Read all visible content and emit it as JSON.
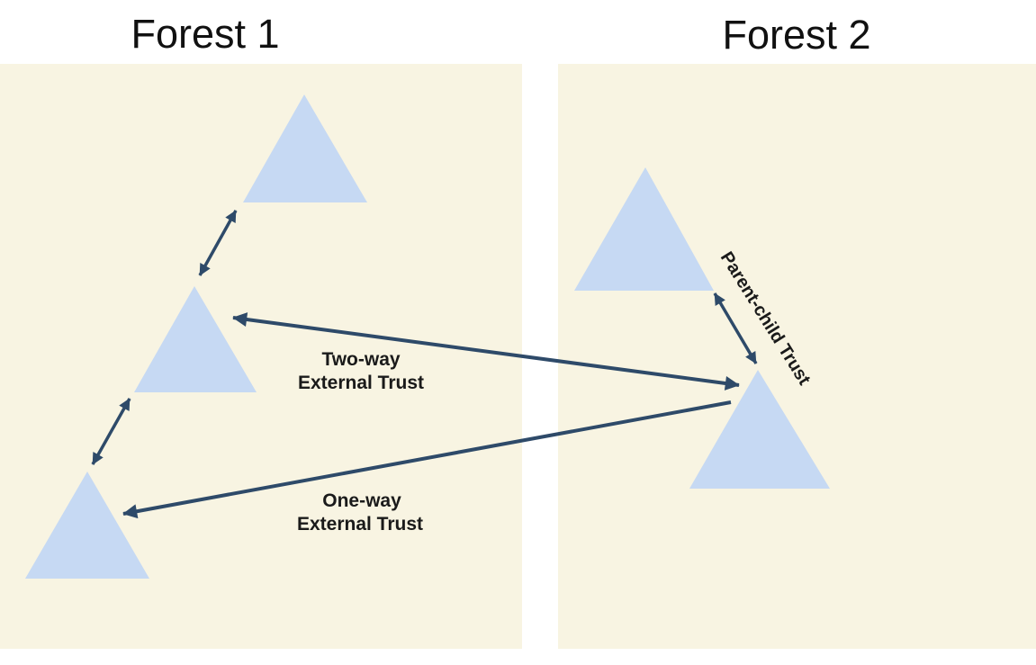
{
  "colors": {
    "panel_bg": "#F8F4E2",
    "triangle_fill": "#C6D9F3",
    "arrow": "#2E4A69",
    "title_text": "#111111",
    "label_text": "#1A1A1A",
    "page_bg": "#FFFFFF"
  },
  "forest1": {
    "title": "Forest 1",
    "domain_count": 3
  },
  "forest2": {
    "title": "Forest 2",
    "domain_count": 2
  },
  "trusts": {
    "two_way_external": {
      "label_line1": "Two-way",
      "label_line2": "External Trust"
    },
    "one_way_external": {
      "label_line1": "One-way",
      "label_line2": "External Trust"
    },
    "parent_child": {
      "label": "Parent-child Trust"
    }
  }
}
